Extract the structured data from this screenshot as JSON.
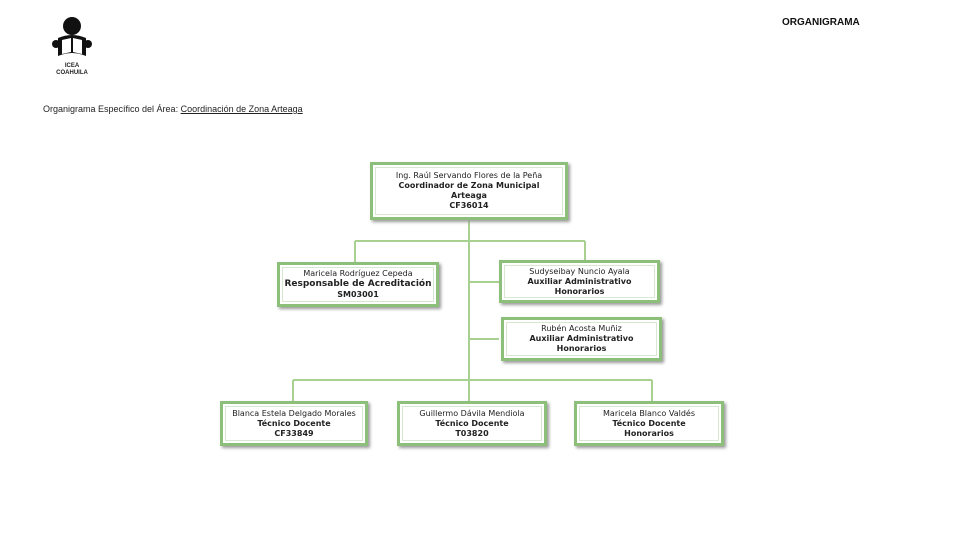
{
  "header": {
    "title": "ORGANIGRAMA"
  },
  "logo": {
    "line1": "ICEA",
    "line2": "COAHUILA"
  },
  "subtitle": {
    "prefix": "Organigrama Específico del Área: ",
    "area": "Coordinación de Zona Arteaga"
  },
  "colors": {
    "border": "#8cc07a",
    "connector": "#a8d090"
  },
  "nodes": {
    "coordinator": {
      "name": "Ing. Raúl Servando Flores de la Peña",
      "position": "Coordinador de Zona Municipal",
      "position2": "Arteaga",
      "code": "CF36014"
    },
    "accreditation": {
      "name": "Maricela Rodríguez Cepeda",
      "position": "Responsable de Acreditación",
      "code": "SM03001"
    },
    "aux1": {
      "name": "Sudyseibay Nuncio Ayala",
      "position": "Auxiliar Administrativo",
      "code": "Honorarios"
    },
    "aux2": {
      "name": "Rubén Acosta Muñiz",
      "position": "Auxiliar Administrativo",
      "code": "Honorarios"
    },
    "tech1": {
      "name": "Blanca Estela Delgado Morales",
      "position": "Técnico Docente",
      "code": "CF33849"
    },
    "tech2": {
      "name": "Guillermo Dávila Mendiola",
      "position": "Técnico Docente",
      "code": "T03820"
    },
    "tech3": {
      "name": "Maricela Blanco Valdés",
      "position": "Técnico Docente",
      "code": "Honorarios"
    }
  }
}
